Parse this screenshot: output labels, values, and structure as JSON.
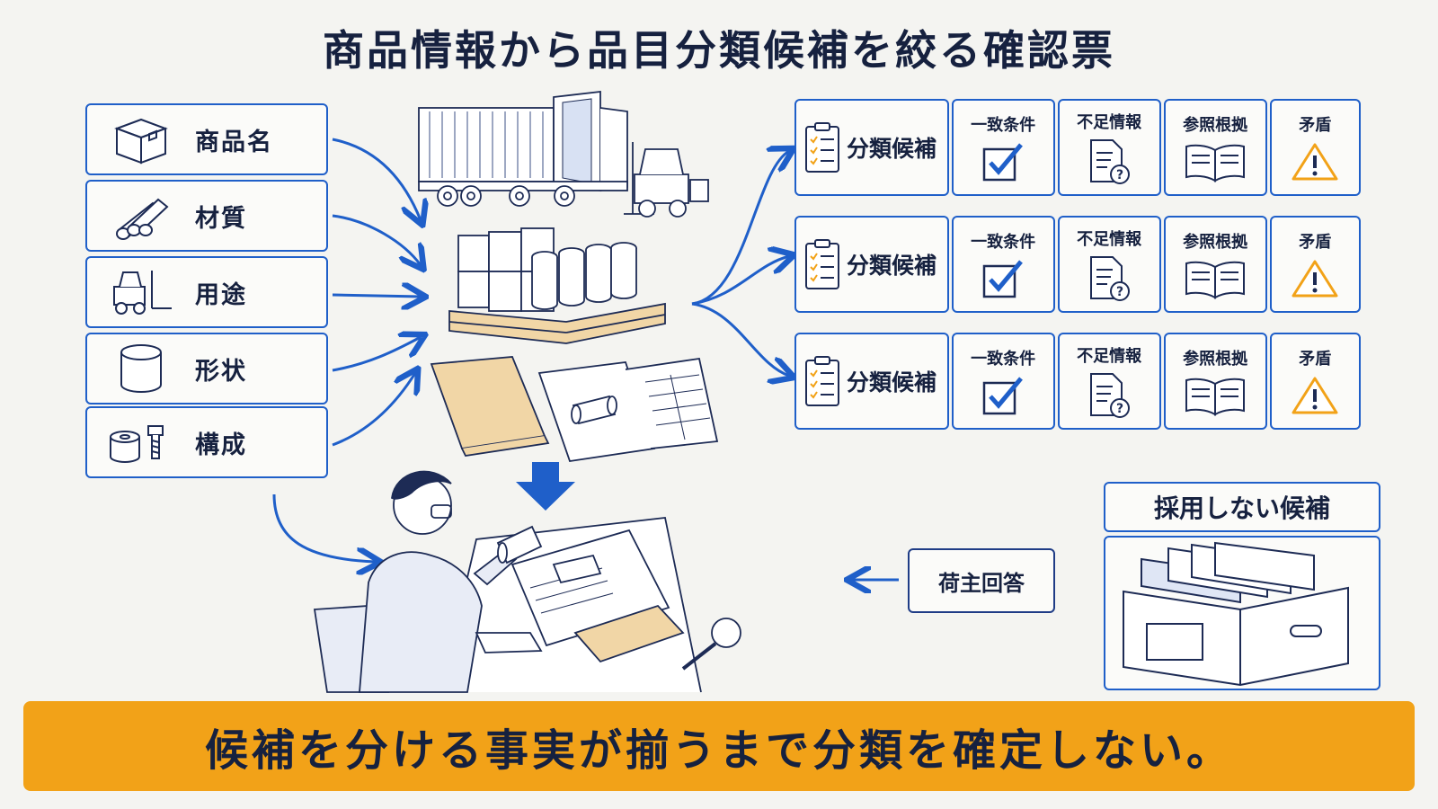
{
  "title": "商品情報から品目分類候補を絞る確認票",
  "attributes": [
    {
      "label": "商品名",
      "icon": "box-icon"
    },
    {
      "label": "材質",
      "icon": "pipes-icon"
    },
    {
      "label": "用途",
      "icon": "forklift-icon"
    },
    {
      "label": "形状",
      "icon": "cylinder-icon"
    },
    {
      "label": "構成",
      "icon": "parts-icon"
    }
  ],
  "candidates": [
    {
      "label": "分類候補",
      "match": "一致条件",
      "missing": "不足情報",
      "basis": "参照根拠",
      "conflict": "矛盾"
    },
    {
      "label": "分類候補",
      "match": "一致条件",
      "missing": "不足情報",
      "basis": "参照根拠",
      "conflict": "矛盾"
    },
    {
      "label": "分類候補",
      "match": "一致条件",
      "missing": "不足情報",
      "basis": "参照根拠",
      "conflict": "矛盾"
    }
  ],
  "rejected": {
    "label": "採用しない候補"
  },
  "shipper_reply": {
    "label": "荷主回答"
  },
  "banner": {
    "text": "候補を分ける事実が揃うまで分類を確定しない。"
  },
  "colors": {
    "accent": "#1f5fc9",
    "banner": "#f2a218",
    "warning": "#f2a218",
    "ink": "#16213f"
  }
}
